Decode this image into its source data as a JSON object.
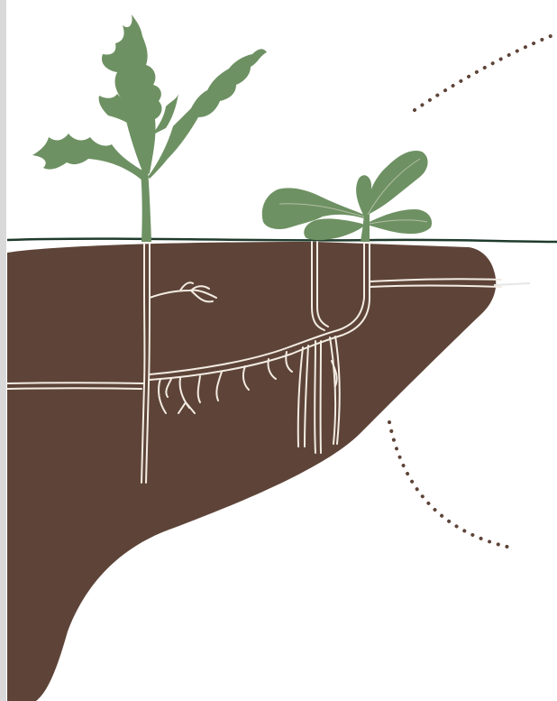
{
  "colors": {
    "background": "#ffffff",
    "side_bar": "#d9d9d9",
    "soil": "#5e4438",
    "leaf": "#6e9163",
    "ground_line": "#1f3b2c",
    "root": "#f3ece3",
    "dotted_arc": "#5e4438"
  },
  "elements": {
    "left_plant": "tall-thistle-plant",
    "right_plant": "rosette-seedling-plant",
    "soil_block": "soil-cross-section",
    "roots": "white-creeping-root-network",
    "arcs": "dotted-arcs"
  }
}
